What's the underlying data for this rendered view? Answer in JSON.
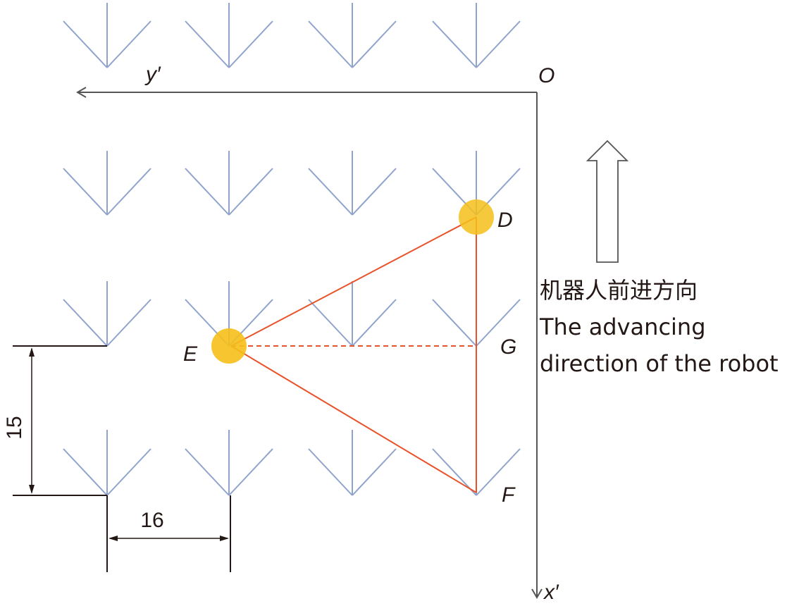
{
  "colors": {
    "plant": "#8fa3cc",
    "axis": "#555555",
    "line_solid": "#e8532b",
    "line_dashed": "#e8532b",
    "marker": "#f5bf1a",
    "dimension": "#231815",
    "text": "#231815"
  },
  "axes": {
    "origin_label": "O",
    "y_label": "y′",
    "x_label": "x′"
  },
  "points": {
    "D": "D",
    "E": "E",
    "F": "F",
    "G": "G"
  },
  "dimensions": {
    "row_spacing": "15",
    "column_spacing": "16"
  },
  "caption": {
    "line_cn": "机器人前进方向",
    "line_en_1": "The advancing",
    "line_en_2": "direction of the robot"
  },
  "icons": {
    "plant": "v-shaped-plant-icon",
    "advance_arrow": "hollow-up-arrow-icon"
  }
}
